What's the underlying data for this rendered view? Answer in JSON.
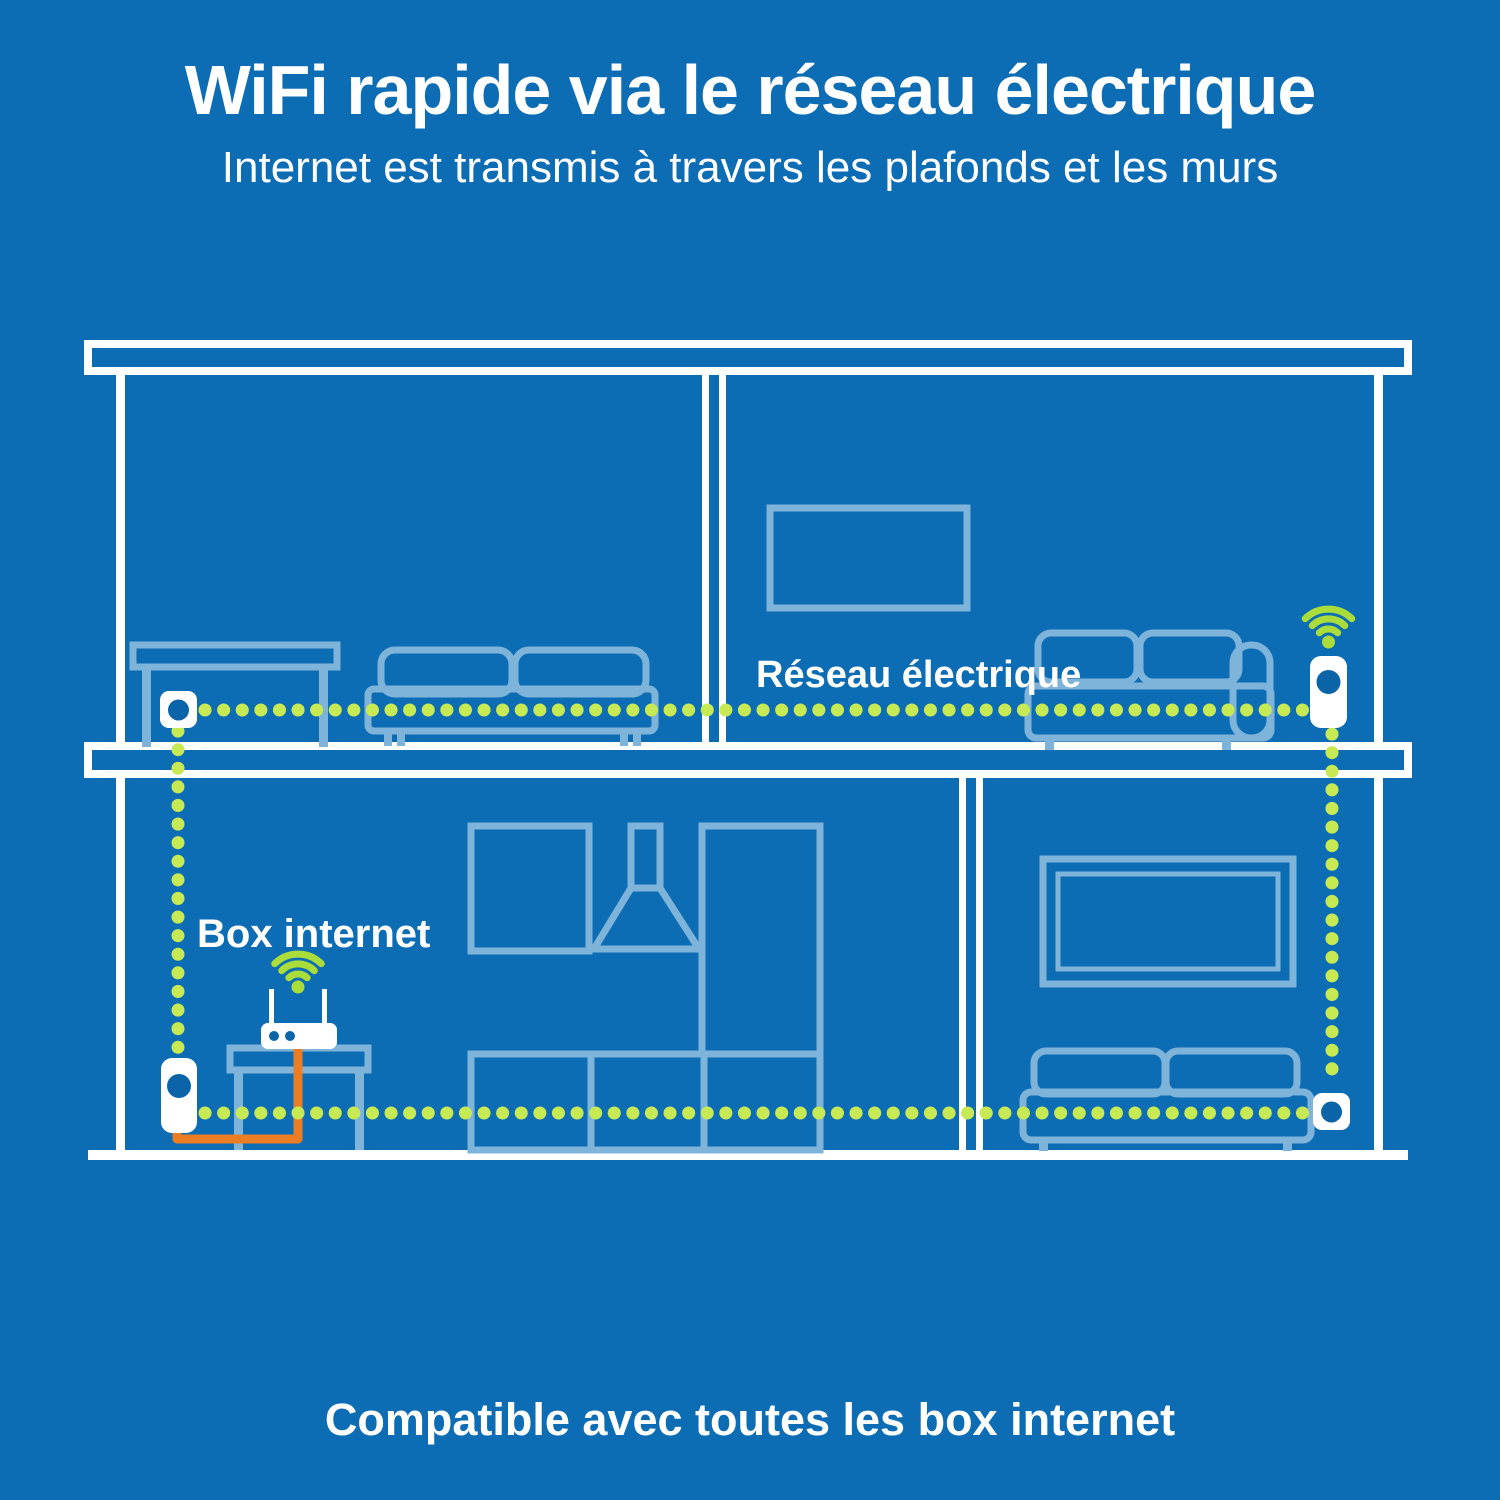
{
  "header": {
    "title": "WiFi rapide via le réseau électrique",
    "subtitle": "Internet est transmis à travers les plafonds et les murs"
  },
  "diagram": {
    "labels": {
      "powerline_network": "Réseau électrique",
      "internet_box": "Box internet"
    },
    "colors": {
      "background": "#0d6db4",
      "structure_white": "#ffffff",
      "furniture_blue": "#7eb3da",
      "powerline_green": "#c7e954",
      "wifi_green": "#abdd3a",
      "cable_orange": "#ed7d23",
      "device_hole_blue": "#0b64a8"
    }
  },
  "footer": {
    "caption": "Compatible avec toutes les box internet"
  }
}
